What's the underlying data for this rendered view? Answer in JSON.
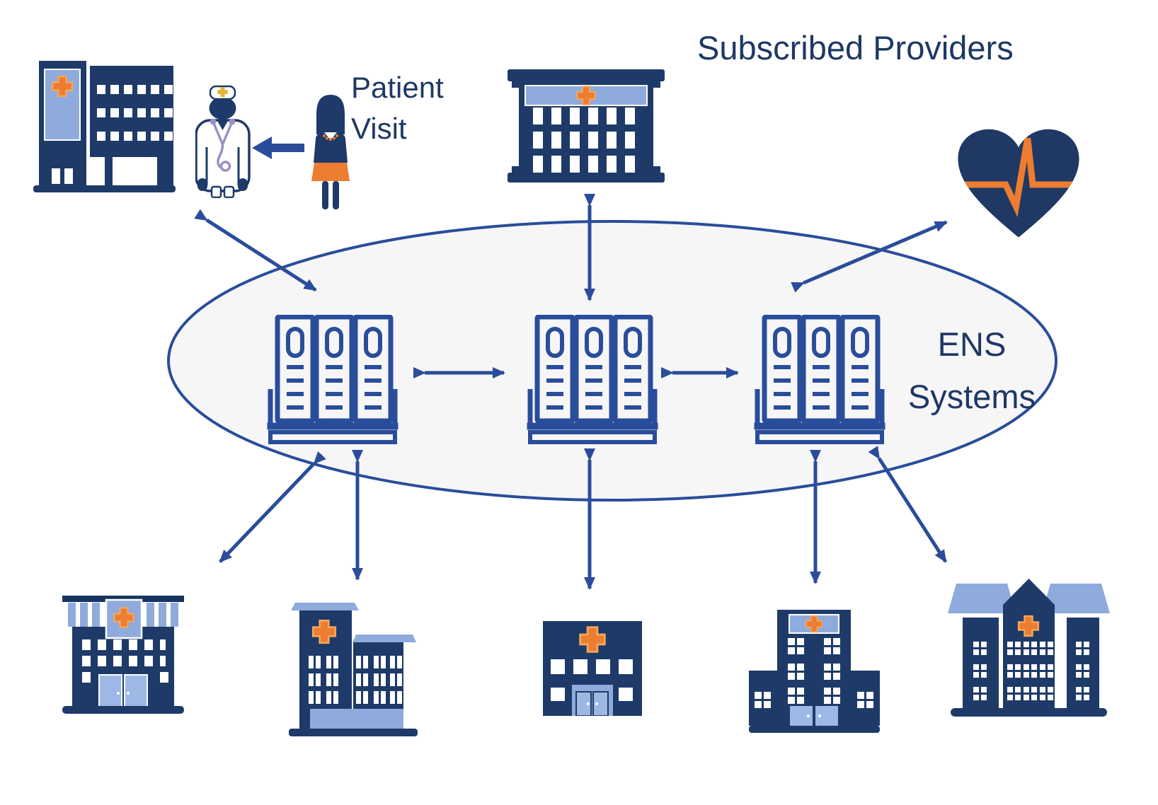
{
  "labels": {
    "patient_line1": "Patient",
    "patient_line2": "Visit",
    "subscribed_providers": "Subscribed Providers",
    "ens_line1": "ENS",
    "ens_line2": "Systems"
  },
  "colors": {
    "navy": "#1e3a68",
    "navy_dark": "#16355f",
    "text_navy": "#1f3864",
    "light_blue": "#8faadc",
    "door_blue": "#9db8e4",
    "orange": "#ed7d31",
    "orange_outline": "#f4a75c",
    "royal_blue": "#2a4d9b",
    "ellipse_fill": "#f6f6f7",
    "white": "#ffffff",
    "stethoscope": "#9d8fc4",
    "cap_cross_gold": "#e7b53c"
  },
  "nodes": [
    {
      "id": "provider-hospital-top-left",
      "icon": "hospital-building-icon",
      "group": "subscribed-providers"
    },
    {
      "id": "doctor",
      "icon": "doctor-icon",
      "group": "patient-visit-scene"
    },
    {
      "id": "patient",
      "icon": "patient-icon",
      "group": "patient-visit-scene"
    },
    {
      "id": "provider-hospital-top-middle",
      "icon": "hospital-building-icon",
      "group": "subscribed-providers"
    },
    {
      "id": "provider-heart-monitor",
      "icon": "heart-pulse-icon",
      "group": "subscribed-providers"
    },
    {
      "id": "ens-server-1",
      "icon": "server-rack-icon",
      "group": "ens-systems"
    },
    {
      "id": "ens-server-2",
      "icon": "server-rack-icon",
      "group": "ens-systems"
    },
    {
      "id": "ens-server-3",
      "icon": "server-rack-icon",
      "group": "ens-systems"
    },
    {
      "id": "provider-clinic-bottom-1",
      "icon": "clinic-awning-building-icon",
      "group": "subscribed-providers"
    },
    {
      "id": "provider-hospital-bottom-2",
      "icon": "hospital-l-building-icon",
      "group": "subscribed-providers"
    },
    {
      "id": "provider-clinic-bottom-3",
      "icon": "clinic-building-icon",
      "group": "subscribed-providers"
    },
    {
      "id": "provider-hospital-bottom-4",
      "icon": "hospital-tower-building-icon",
      "group": "subscribed-providers"
    },
    {
      "id": "provider-hospital-bottom-5",
      "icon": "hospital-gable-building-icon",
      "group": "subscribed-providers"
    }
  ],
  "edges": [
    {
      "from": "patient",
      "to": "doctor",
      "bidirectional": false
    },
    {
      "from": "ens-server-1",
      "to": "provider-hospital-top-left",
      "bidirectional": true
    },
    {
      "from": "ens-server-2",
      "to": "provider-hospital-top-middle",
      "bidirectional": true
    },
    {
      "from": "ens-server-3",
      "to": "provider-heart-monitor",
      "bidirectional": true
    },
    {
      "from": "ens-server-1",
      "to": "ens-server-2",
      "bidirectional": true
    },
    {
      "from": "ens-server-2",
      "to": "ens-server-3",
      "bidirectional": true
    },
    {
      "from": "ens-server-1",
      "to": "provider-clinic-bottom-1",
      "bidirectional": true
    },
    {
      "from": "ens-server-1",
      "to": "provider-hospital-bottom-2",
      "bidirectional": true
    },
    {
      "from": "ens-server-2",
      "to": "provider-clinic-bottom-3",
      "bidirectional": true
    },
    {
      "from": "ens-server-3",
      "to": "provider-hospital-bottom-4",
      "bidirectional": true
    },
    {
      "from": "ens-server-3",
      "to": "provider-hospital-bottom-5",
      "bidirectional": true
    }
  ]
}
